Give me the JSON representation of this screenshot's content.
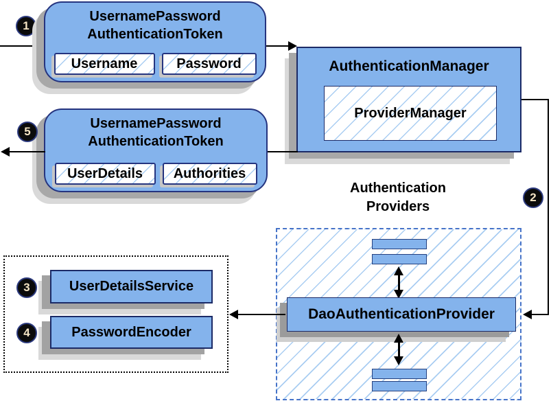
{
  "colors": {
    "box_fill": "#84b3ec",
    "box_border": "#1b2a66",
    "token_border": "#25347f",
    "hatch_line": "#a9cdf2",
    "dashed_border": "#4673c8",
    "shadow_dark": "#a8a8a8",
    "shadow_light": "#d9d9d9",
    "badge_fill": "#0b0b0b",
    "badge_text": "#f3e3c3"
  },
  "badges": {
    "b1": "1",
    "b2": "2",
    "b3": "3",
    "b4": "4",
    "b5": "5"
  },
  "token_request": {
    "title_line1": "UsernamePassword",
    "title_line2": "AuthenticationToken",
    "field1": "Username",
    "field2": "Password"
  },
  "auth_manager": {
    "title": "AuthenticationManager",
    "inner": "ProviderManager"
  },
  "token_result": {
    "title_line1": "UsernamePassword",
    "title_line2": "AuthenticationToken",
    "field1": "UserDetails",
    "field2": "Authorities"
  },
  "providers": {
    "label_line1": "Authentication",
    "label_line2": "Providers",
    "main_box": "DaoAuthenticationProvider"
  },
  "services": {
    "user_details_service": "UserDetailsService",
    "password_encoder": "PasswordEncoder"
  }
}
